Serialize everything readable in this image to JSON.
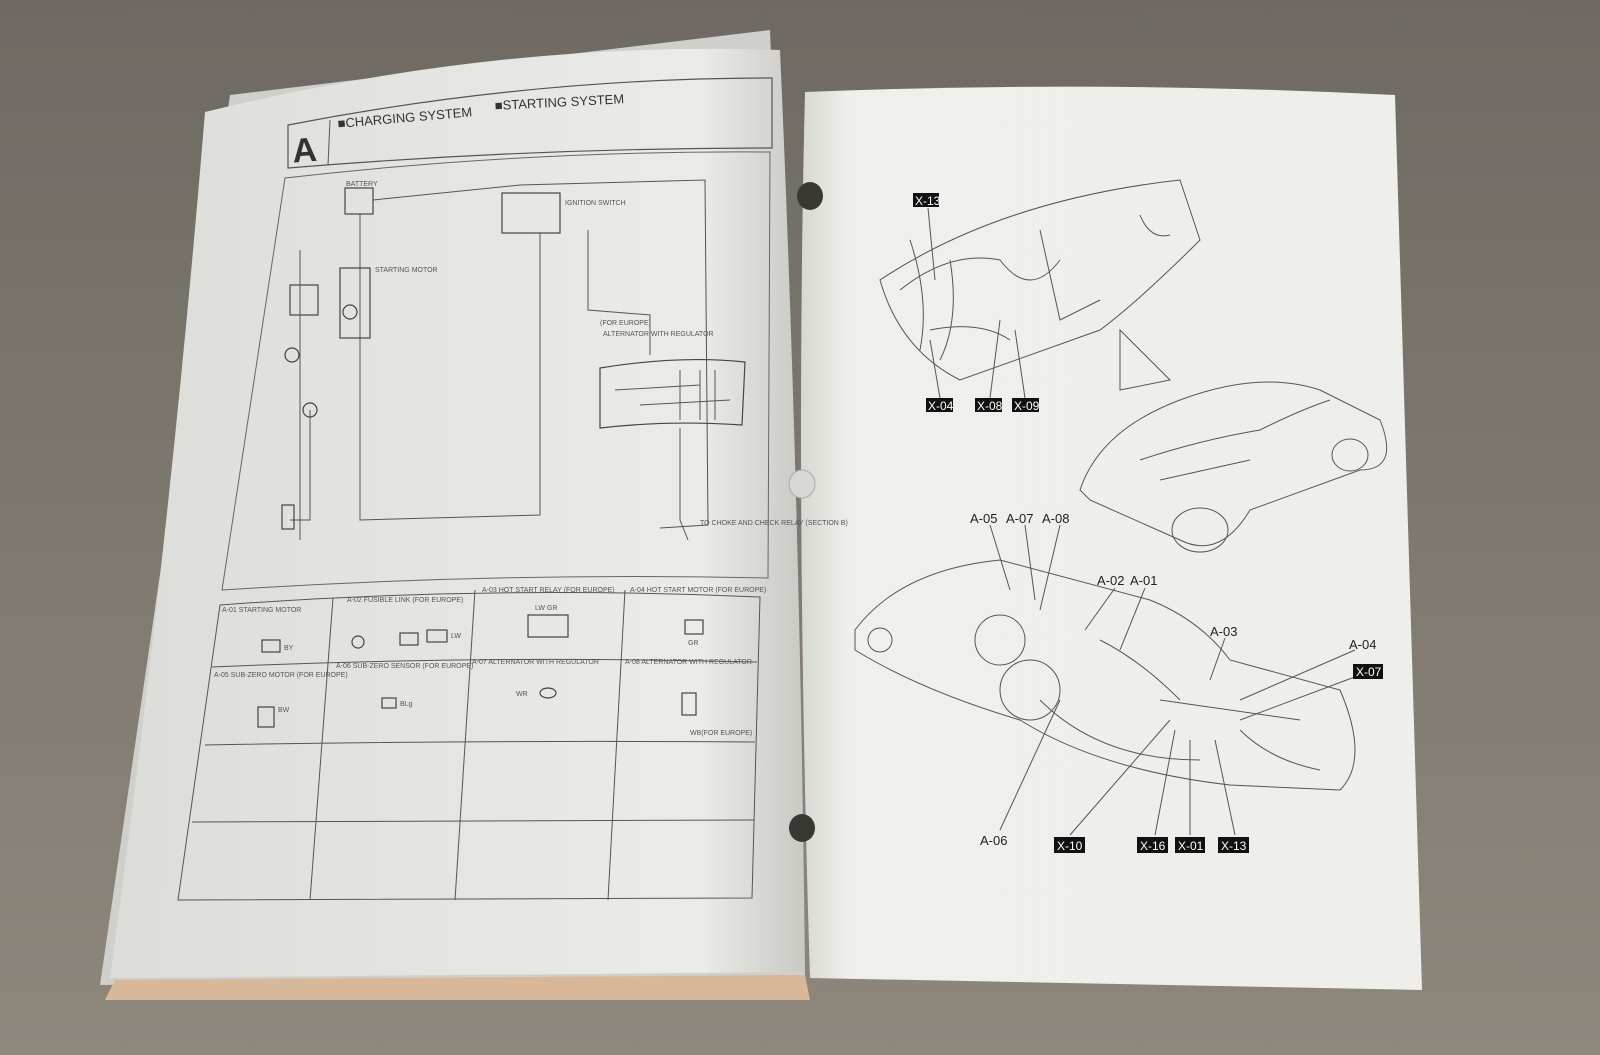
{
  "left_page": {
    "section_letter": "A",
    "title_1": "■CHARGING SYSTEM",
    "title_2": "■STARTING SYSTEM",
    "connectors": [
      {
        "id": "A-01",
        "label": "A-01  STARTING MOTOR",
        "pins": "BY"
      },
      {
        "id": "A-02",
        "label": "A-02  FUSIBLE LINK (FOR EUROPE)",
        "pins": "LW"
      },
      {
        "id": "A-03",
        "label": "A-03  HOT START RELAY (FOR EUROPE)",
        "pins": "LW GR"
      },
      {
        "id": "A-04",
        "label": "A-04  HOT START MOTOR (FOR EUROPE)",
        "pins": "GR"
      },
      {
        "id": "A-05",
        "label": "A-05  SUB-ZERO MOTOR (FOR EUROPE)",
        "pins": "BW"
      },
      {
        "id": "A-06",
        "label": "A-06  SUB-ZERO SENSOR (FOR EUROPE)",
        "pins": "BLg"
      },
      {
        "id": "A-07",
        "label": "A-07  ALTERNATOR  WITH REGULATOR",
        "pins": "WR"
      },
      {
        "id": "A-08",
        "label": "A-08  ALTERNATOR  WITH REGULATOR",
        "pins": "WB(FOR EUROPE)"
      }
    ],
    "diagram_labels": {
      "battery": "BATTERY",
      "ignition": "IGNITION SWITCH",
      "starting_motor": "STARTING MOTOR",
      "alternator": "ALTERNATOR WITH REGULATOR",
      "for_europe": "(FOR EUROPE)",
      "choke": "TO CHOKE AND CHECK RELAY (SECTION B)"
    }
  },
  "right_page": {
    "labels_top": [
      "X-13",
      "X-04",
      "X-08",
      "X-09"
    ],
    "labels_engine": [
      "A-05",
      "A-07",
      "A-08",
      "A-02",
      "A-01",
      "A-03",
      "A-04",
      "X-07",
      "A-06",
      "X-10",
      "X-16",
      "X-01",
      "X-13"
    ]
  }
}
